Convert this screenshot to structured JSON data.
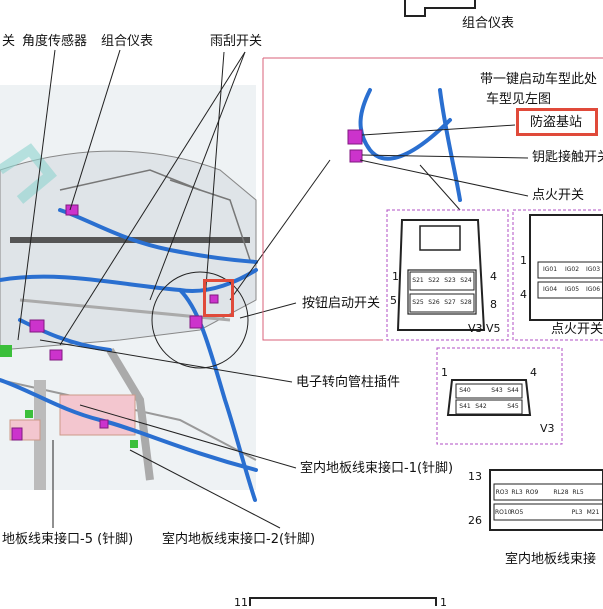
{
  "labels": {
    "top_left_partial": "关",
    "top_mid_partial": "雨刮开关",
    "angle_sensor": "角度传感器",
    "combo_meter": "组合仪表",
    "wiper_switch": "雨刮开关",
    "combo_meter_top": "组合仪表",
    "one_key_start_note_1": "带一键启动车型此处",
    "one_key_start_note_2": "车型见左图",
    "immobilizer": "防盗基站",
    "key_contact_switch": "钥匙接触开关",
    "ignition_switch": "点火开关",
    "push_start_switch": "按钮启动开关",
    "ignition_switch_2": "点火开关",
    "eps_connector": "电子转向管柱插件",
    "floor_harness_1": "室内地板线束接口-1(针脚)",
    "floor_harness_5": "地板线束接口-5 (针脚)",
    "floor_harness_2": "室内地板线束接口-2(针脚)",
    "floor_harness_right": "室内地板线束接"
  },
  "connectors": {
    "push_start": {
      "pin_left_top": "1",
      "pin_left_bottom": "5",
      "pin_right_top": "4",
      "pin_right_bottom": "8",
      "variants": "V3  V5",
      "cells_top": [
        "S21",
        "S22",
        "S23",
        "S24"
      ],
      "cells_bottom": [
        "S25",
        "S26",
        "S27",
        "S28"
      ]
    },
    "ignition": {
      "pin_left_top": "1",
      "pin_left_bottom": "4",
      "cells_top": [
        "IG01",
        "IG02",
        "IG03"
      ],
      "cells_bottom": [
        "IG04",
        "IG05",
        "IG06"
      ]
    },
    "eps": {
      "pin_left": "1",
      "pin_right": "4",
      "variant": "V3",
      "cells_top": [
        "S40",
        "",
        "S43",
        "S44"
      ],
      "cells_bottom": [
        "S41",
        "S42",
        "",
        "S45"
      ]
    },
    "floor": {
      "pin_left_top": "13",
      "pin_left_bottom": "26",
      "cells_top": [
        "RO3",
        "RL3",
        "RO9",
        "RL28",
        "RL5"
      ],
      "cells_bottom": [
        "RO10",
        "RO5",
        "",
        "",
        "PL3",
        "M21"
      ]
    },
    "bottom_partial": {
      "pin_left": "11",
      "pin_right": "1"
    }
  },
  "colors": {
    "harness_blue": "#2a6fd0",
    "connector_magenta": "#cc33cc",
    "highlight_red": "#e04a3a",
    "frame_pink": "#d9607a",
    "frame_purple": "#b14fc4"
  }
}
